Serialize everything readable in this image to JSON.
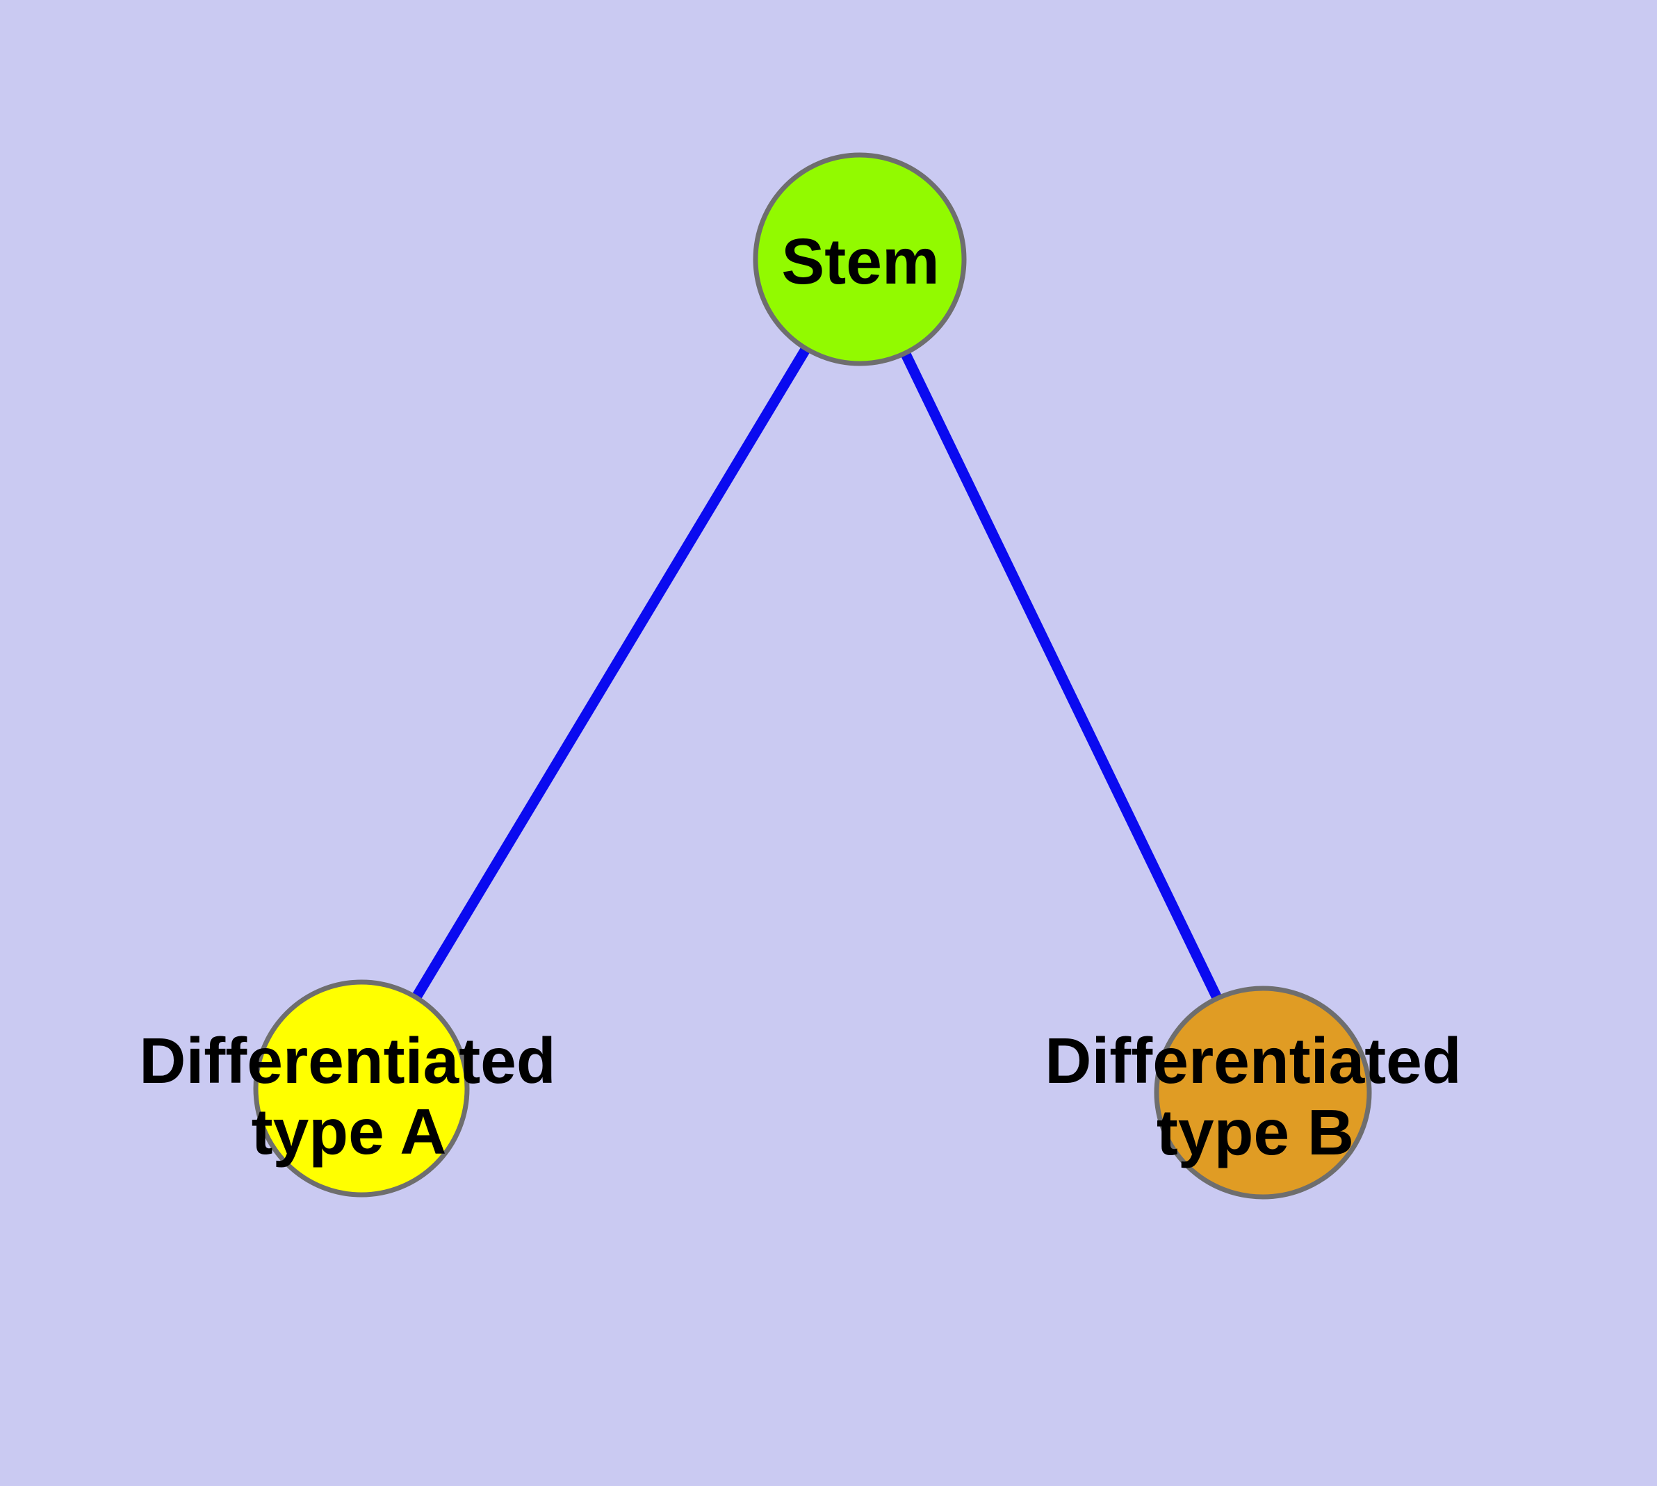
{
  "diagram": {
    "background_color": "#CACAF2",
    "edge_color": "#0A0AF0",
    "node_border_color": "#6E6E6E",
    "text_color": "#000000",
    "nodes": [
      {
        "id": "stem",
        "label": "Stem",
        "fill_color": "#92FA00"
      },
      {
        "id": "differentiated-type-a",
        "label_line1": "Differentiated",
        "label_line2": "type A",
        "fill_color": "#FFFF00"
      },
      {
        "id": "differentiated-type-b",
        "label_line1": "Differentiated",
        "label_line2": "type B",
        "fill_color": "#E09C24"
      }
    ],
    "edges": [
      {
        "from": "stem",
        "to": "differentiated-type-a"
      },
      {
        "from": "stem",
        "to": "differentiated-type-b"
      }
    ]
  }
}
